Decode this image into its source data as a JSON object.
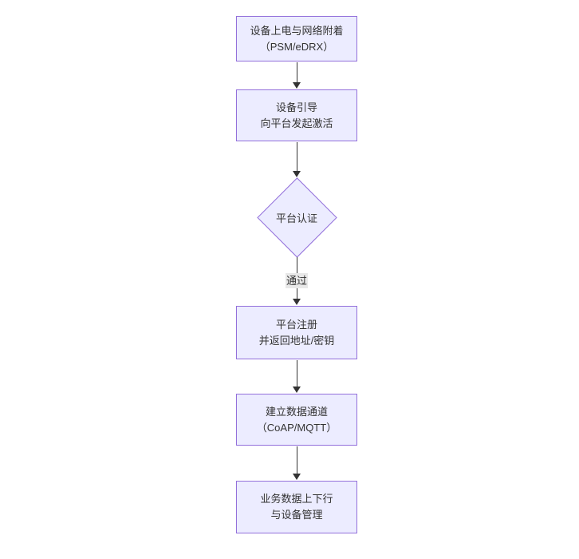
{
  "diagram": {
    "type": "flowchart",
    "direction": "top-down",
    "colors": {
      "background": "#ffffff",
      "node_fill": "#ECECFF",
      "node_border": "#9370DB",
      "text": "#333333",
      "arrow": "#333333",
      "edge_label_bg": "#e8e8e8"
    },
    "nodes": [
      {
        "id": "power-attach",
        "shape": "rect",
        "lines": [
          "设备上电与网络附着",
          "（PSM/eDRX）"
        ]
      },
      {
        "id": "bootstrap",
        "shape": "rect",
        "lines": [
          "设备引导",
          "向平台发起激活"
        ]
      },
      {
        "id": "auth",
        "shape": "diamond",
        "lines": [
          "平台认证"
        ]
      },
      {
        "id": "register",
        "shape": "rect",
        "lines": [
          "平台注册",
          "并返回地址/密钥"
        ]
      },
      {
        "id": "channel",
        "shape": "rect",
        "lines": [
          "建立数据通道",
          "（CoAP/MQTT）"
        ]
      },
      {
        "id": "business",
        "shape": "rect",
        "lines": [
          "业务数据上下行",
          "与设备管理"
        ]
      }
    ],
    "edges": [
      {
        "from": "power-attach",
        "to": "bootstrap",
        "label": ""
      },
      {
        "from": "bootstrap",
        "to": "auth",
        "label": ""
      },
      {
        "from": "auth",
        "to": "register",
        "label": "通过"
      },
      {
        "from": "register",
        "to": "channel",
        "label": ""
      },
      {
        "from": "channel",
        "to": "business",
        "label": ""
      }
    ]
  }
}
